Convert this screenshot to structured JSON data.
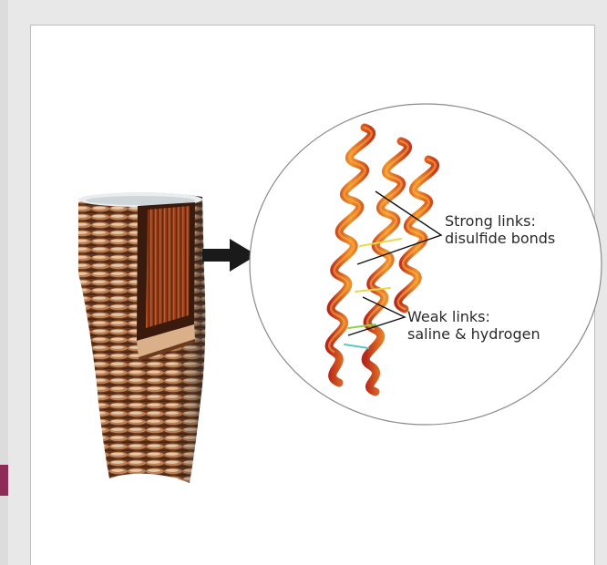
{
  "labels": {
    "strong_line1": "Strong links:",
    "strong_line2": "disulfide bonds",
    "weak_line1": "Weak links:",
    "weak_line2": "saline & hydrogen"
  },
  "colors": {
    "accent_tab": "#8c2c57",
    "panel_bg": "#ffffff",
    "page_bg": "#e8e8e8",
    "helix_red": "#d23a1c",
    "helix_orange": "#f29a2e",
    "hair_brown": "#7a4a2a"
  }
}
